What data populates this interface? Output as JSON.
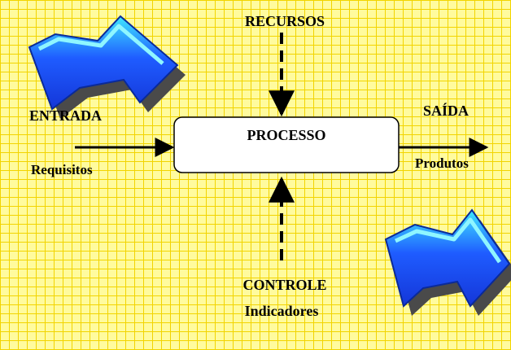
{
  "diagram": {
    "process_label": "PROCESSO",
    "resources_label": "RECURSOS",
    "input_label": "ENTRADA",
    "input_sub_label": "Requisitos",
    "output_label": "SAÍDA",
    "output_sub_label": "Produtos",
    "control_label": "CONTROLE",
    "control_sub_label": "Indicadores"
  },
  "colors": {
    "background": "#fffb9e",
    "grid": "#f2d400",
    "arrow_fill": "#1f5cff",
    "arrow_highlight": "#3fe8ff",
    "arrow_shadow": "#555555",
    "line": "#000000",
    "box_fill": "#ffffff"
  },
  "icons": {
    "top_left_arrow": "decorative-blue-3d-arrow-icon",
    "bottom_right_arrow": "decorative-blue-3d-arrow-icon"
  }
}
